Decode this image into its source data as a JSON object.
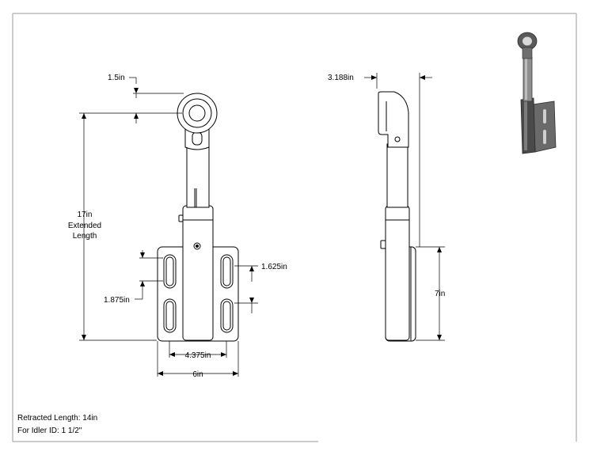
{
  "dimensions": {
    "top_offset": "1.5in",
    "extended_length": [
      "17in",
      "Extended",
      "Length"
    ],
    "slot_length": "1.625in",
    "slot_spacing": "1.875in",
    "slot_center": "4.375in",
    "plate_width": "6in",
    "side_offset": "3.188in",
    "plate_height": "7in"
  },
  "notes": {
    "retracted": "Retracted Length: 14in",
    "idler": "For Idler ID: 1 1/2\""
  },
  "colors": {
    "line": "#000000",
    "frame": "#9a9a9a",
    "part_fill": "#ffffff",
    "render_dark": "#4a4a4a",
    "render_light": "#9a9a9a"
  }
}
